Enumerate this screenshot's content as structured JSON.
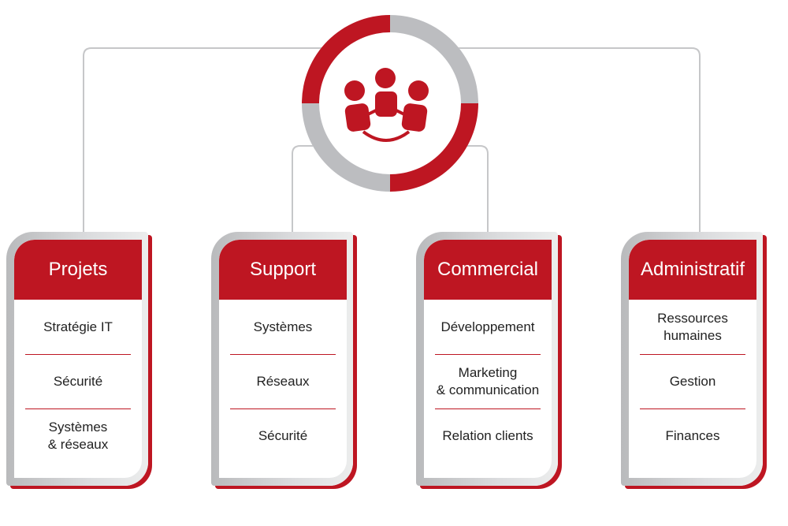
{
  "colors": {
    "accent": "#be1622",
    "gray": "#bcbdc0"
  },
  "hub": {
    "icon": "team-meeting-icon"
  },
  "cards": [
    {
      "title": "Projets",
      "items": [
        "Stratégie IT",
        "Sécurité",
        "Systèmes\n& réseaux"
      ]
    },
    {
      "title": "Support",
      "items": [
        "Systèmes",
        "Réseaux",
        "Sécurité"
      ]
    },
    {
      "title": "Commercial",
      "items": [
        "Développement",
        "Marketing\n& communication",
        "Relation clients"
      ]
    },
    {
      "title": "Administratif",
      "items": [
        "Ressources\nhumaines",
        "Gestion",
        "Finances"
      ]
    }
  ]
}
